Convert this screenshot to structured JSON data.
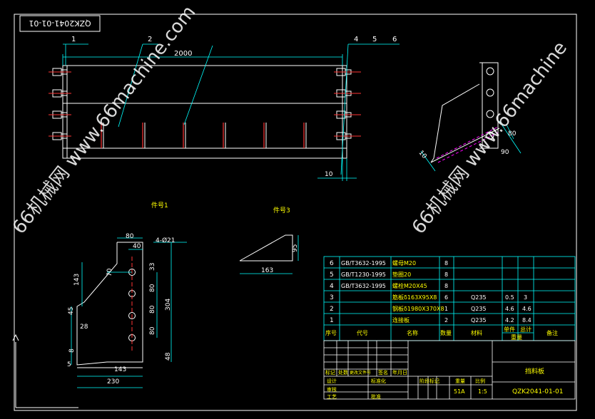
{
  "drawing": {
    "code_box": "QZK2041-01-01",
    "balloons": [
      "1",
      "2",
      "4",
      "5",
      "6"
    ],
    "dims_front": {
      "length": "2000",
      "offset": "10"
    },
    "view_labels": {
      "part1": "件号1",
      "part3": "件号3"
    },
    "part1_dims": {
      "top_width": "80",
      "mid_width": "40",
      "hole_note": "4-Ø21",
      "d70": "70",
      "d33": "33",
      "d143": "143",
      "d80a": "80",
      "d80b": "80",
      "d80c": "80",
      "d304": "304",
      "d45": "45",
      "d28": "28",
      "d48": "48",
      "d8": "8",
      "d5": "5",
      "d143b": "143",
      "d230": "230"
    },
    "part3_dims": {
      "height": "95",
      "width": "163"
    },
    "side_dims": {
      "d10": "10",
      "d80": "80",
      "d90": "90"
    },
    "watermarks": [
      "66机械网 www.66machine.com",
      "66机械网 www.66machine"
    ]
  },
  "bom": {
    "rows": [
      {
        "no": "6",
        "code": "GB/T3632-1995",
        "name": "螺母M20",
        "qty": "8",
        "material": "",
        "unit": "",
        "total": ""
      },
      {
        "no": "5",
        "code": "GB/T1230-1995",
        "name": "垫圈20",
        "qty": "8",
        "material": "",
        "unit": "",
        "total": ""
      },
      {
        "no": "4",
        "code": "GB/T3632-1995",
        "name": "螺栓M20X45",
        "qty": "8",
        "material": "",
        "unit": "",
        "total": ""
      },
      {
        "no": "3",
        "code": "",
        "name": "筋板δ163X95X8",
        "qty": "6",
        "material": "Q235",
        "unit": "0.5",
        "total": "3"
      },
      {
        "no": "2",
        "code": "",
        "name": "钢板δ1980X370X8",
        "qty": "1",
        "material": "Q235",
        "unit": "4.6",
        "total": "4.6"
      },
      {
        "no": "1",
        "code": "",
        "name": "连接板",
        "qty": "2",
        "material": "Q235",
        "unit": "4.2",
        "total": "8.4"
      }
    ],
    "header": {
      "no": "序号",
      "code": "代号",
      "name": "名称",
      "qty": "数量",
      "material": "材料",
      "unit": "单件",
      "total": "总计",
      "weight": "重量",
      "remark": "备注"
    }
  },
  "title_block": {
    "title": "挡料板",
    "drawing_no": "QZK2041-01-01",
    "scale_label": "重量",
    "scale_value": "51A",
    "ratio_label": "比例",
    "ratio_value": "1:5",
    "stage_label": "阶段标记",
    "design": "设计",
    "standard": "标准化",
    "process": "工艺",
    "approve": "批准",
    "review": "审核",
    "marks": "标记",
    "count": "处数",
    "zone": "更改文件号",
    "sign": "签名",
    "date": "年月日"
  }
}
